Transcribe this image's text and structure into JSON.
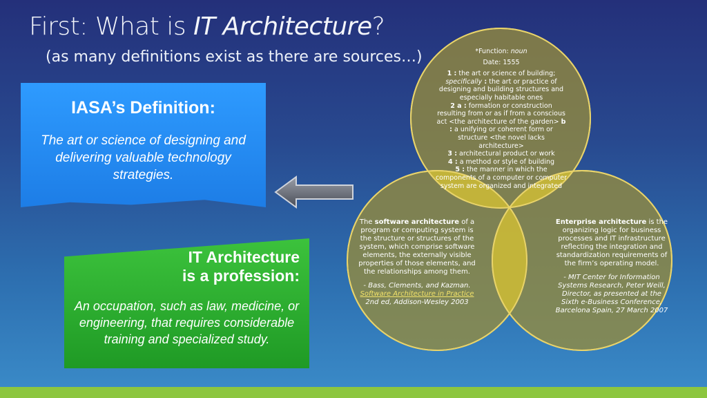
{
  "title": {
    "prefix": "First: What is ",
    "emph": "IT Architecture",
    "suffix": "?"
  },
  "subtitle": "(as many definitions exist as there are sources…)",
  "iasa": {
    "heading": "IASA’s Definition:",
    "body": "The art or science of designing and delivering valuable technology strategies."
  },
  "profession": {
    "heading_line1": "IT Architecture",
    "heading_line2": "is a profession:",
    "body": "An occupation, such as law, medicine, or engineering, that requires considerable training and specialized study."
  },
  "dictionary": {
    "function_label": "*Function: ",
    "function_value": "noun",
    "date": "Date: 1555",
    "d1_num": "1 :",
    "d1_a": " the art or science of building; ",
    "d1_specifically": "specifically",
    "d1_colon": " :",
    "d1_b": " the art or practice of designing and building structures and especially habitable ones",
    "d2_num": "2 a :",
    "d2_a": " formation or construction resulting from or as if from a conscious act <the architecture of the garden> ",
    "d2_b_num": "b :",
    "d2_b": " a unifying or coherent form or structure <the novel lacks architecture>",
    "d3_num": "3 :",
    "d3": " architectural product or work",
    "d4_num": "4 :",
    "d4": " a method or style of building",
    "d5_num": "5 :",
    "d5": " the manner in which the components of a computer or computer system are organized and integrated"
  },
  "software": {
    "pre": "The ",
    "bold": "software architecture",
    "post": " of a program or computing system is the structure or structures of the system, which comprise software elements, the externally visible properties of those elements, and the relationships among them.",
    "attr_line1": "-  Bass, Clements, and Kazman.",
    "attr_link": "Software Architecture in Practice",
    "attr_line3": "2nd ed, Addison-Wesley 2003"
  },
  "enterprise": {
    "bold": "Enterprise architecture",
    "post": " is the organizing logic for business processes and IT infrastructure reflecting the integration and standardization requirements of the firm’s operating model.",
    "attr": "-  MIT Center for Information Systems Research, Peter Weill, Director, as presented at the Sixth e-Business Conference, Barcelona Spain, 27 March 2007"
  },
  "colors": {
    "circle_fill": "#968c3c",
    "overlap": "#c8b83a",
    "center": "#e6c21a",
    "blue": "#1d7de6",
    "green": "#1f9a25",
    "bottom_bar": "#8cc63f"
  }
}
